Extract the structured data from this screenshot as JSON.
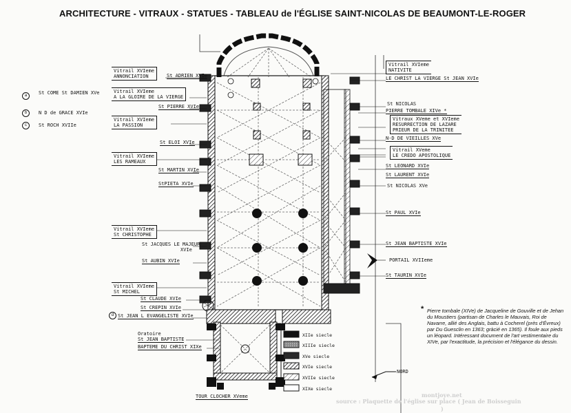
{
  "title": "ARCHITECTURE - VITRAUX - STATUES - TABLEAU de l'ÉGLISE SAINT-NICOLAS DE BEAUMONT-LE-ROGER",
  "far_left_legend": [
    {
      "mark": "a",
      "text": "St COME St DAMIEN XVe"
    },
    {
      "mark": "b",
      "text": "N D de GRACE XVIe"
    },
    {
      "mark": "c",
      "text": "St ROCH XVIIe"
    }
  ],
  "left_labels": {
    "vitrail_annonciation": [
      "Vitrail XVIeme",
      "ANNONCIATION"
    ],
    "adrien": "St ADRIEN XVIe",
    "gloire": [
      "Vitrail XVIeme",
      "A LA GLOIRE DE LA VIERGE"
    ],
    "pierre": "St PIERRE XVIe",
    "passion": [
      "Vitrail XVIeme",
      "LA PASSION"
    ],
    "eloi": "St ELOI XVIe",
    "rameaux": [
      "Vitrail XVIeme",
      "LES RAMEAUX"
    ],
    "martin": "St MARTIN XVIe",
    "pieta": "StPIETA XVIe",
    "christophe": [
      "Vitrail XVIeme",
      "St CHRISTOPHE"
    ],
    "jacques": [
      "St JACQUES LE MAJEUR",
      "XVIe"
    ],
    "aubin": "St AUBIN XVIe",
    "michel": [
      "Vitrail XVIeme",
      "St MICHEL"
    ],
    "claude": "St CLAUDE XVIe",
    "crepin": "St CREPIN XVIe",
    "jean_ev": "St JEAN L EVANGELISTE XVIe",
    "oratoire": [
      "Oratoire",
      "St JEAN BAPTISTE"
    ],
    "bapteme": "BAPTEME DU CHRIST XIXe",
    "tour": "TOUR CLOCHER XVeme"
  },
  "right_labels": {
    "nativite": [
      "Vitrail XVIeme",
      "NATIVITE"
    ],
    "christ": "LE CHRIST LA VIERGE St JEAN XVIe",
    "nicolas1": "St NICOLAS",
    "tombale": "PIERRE TOMBALE XIVe *",
    "lazare": [
      "Vitraux XVeme et XVIeme",
      "RESURRECTION DE LAZARE",
      "PRIEUR DE LA TRINITEE"
    ],
    "vieilles": "N-D DE VIEILLES XVe",
    "credo": [
      "Vitrail XVeme",
      "LE CREDO APOSTOLIQUE"
    ],
    "leonard": "St LEONARD XVIe",
    "laurent": "St LAURENT XVIe",
    "nicolas2": "St NICOLAS XVe",
    "paul": "St PAUL XVIe",
    "jean_baptiste": "St JEAN BAPTISTE XVIe",
    "portail": "PORTAIL XVIIeme",
    "taurin": "St TAURIN XVIe"
  },
  "legend": [
    {
      "label": "XIIe siecle",
      "fill": "#111111"
    },
    {
      "label": "XIIIe siecle",
      "fill": "#9a9a9a"
    },
    {
      "label": "XVe siecle",
      "fill": "#2a2a2a"
    },
    {
      "label": "XVIe siecle",
      "fill": "hatch-dense"
    },
    {
      "label": "XVIIe siecle",
      "fill": "hatch-light"
    },
    {
      "label": "XIXe siecle",
      "fill": "#ffffff"
    }
  ],
  "north": "NORD",
  "note_star": "*",
  "note": "Pierre tombale (XIVe) de Jacqueline de Gouville et de Jehan du Moustiers (partisan de Charles le Mauvais, Roi de Navarre, allié des Anglais, battu à Cocherel (près d'Évreux) par Du Guesclin en 1363; gràcié en 1365). Il foule aux pieds un léopard. Intéressant document de l'art vestimentaire du XIVe, par l'exactitude, la précision et l'élégance du dessin.",
  "source_site": "montjoye.net",
  "source_line": "source : Plaquette de l'église sur place ( Jean de Boisseguin",
  "source_end": ")"
}
